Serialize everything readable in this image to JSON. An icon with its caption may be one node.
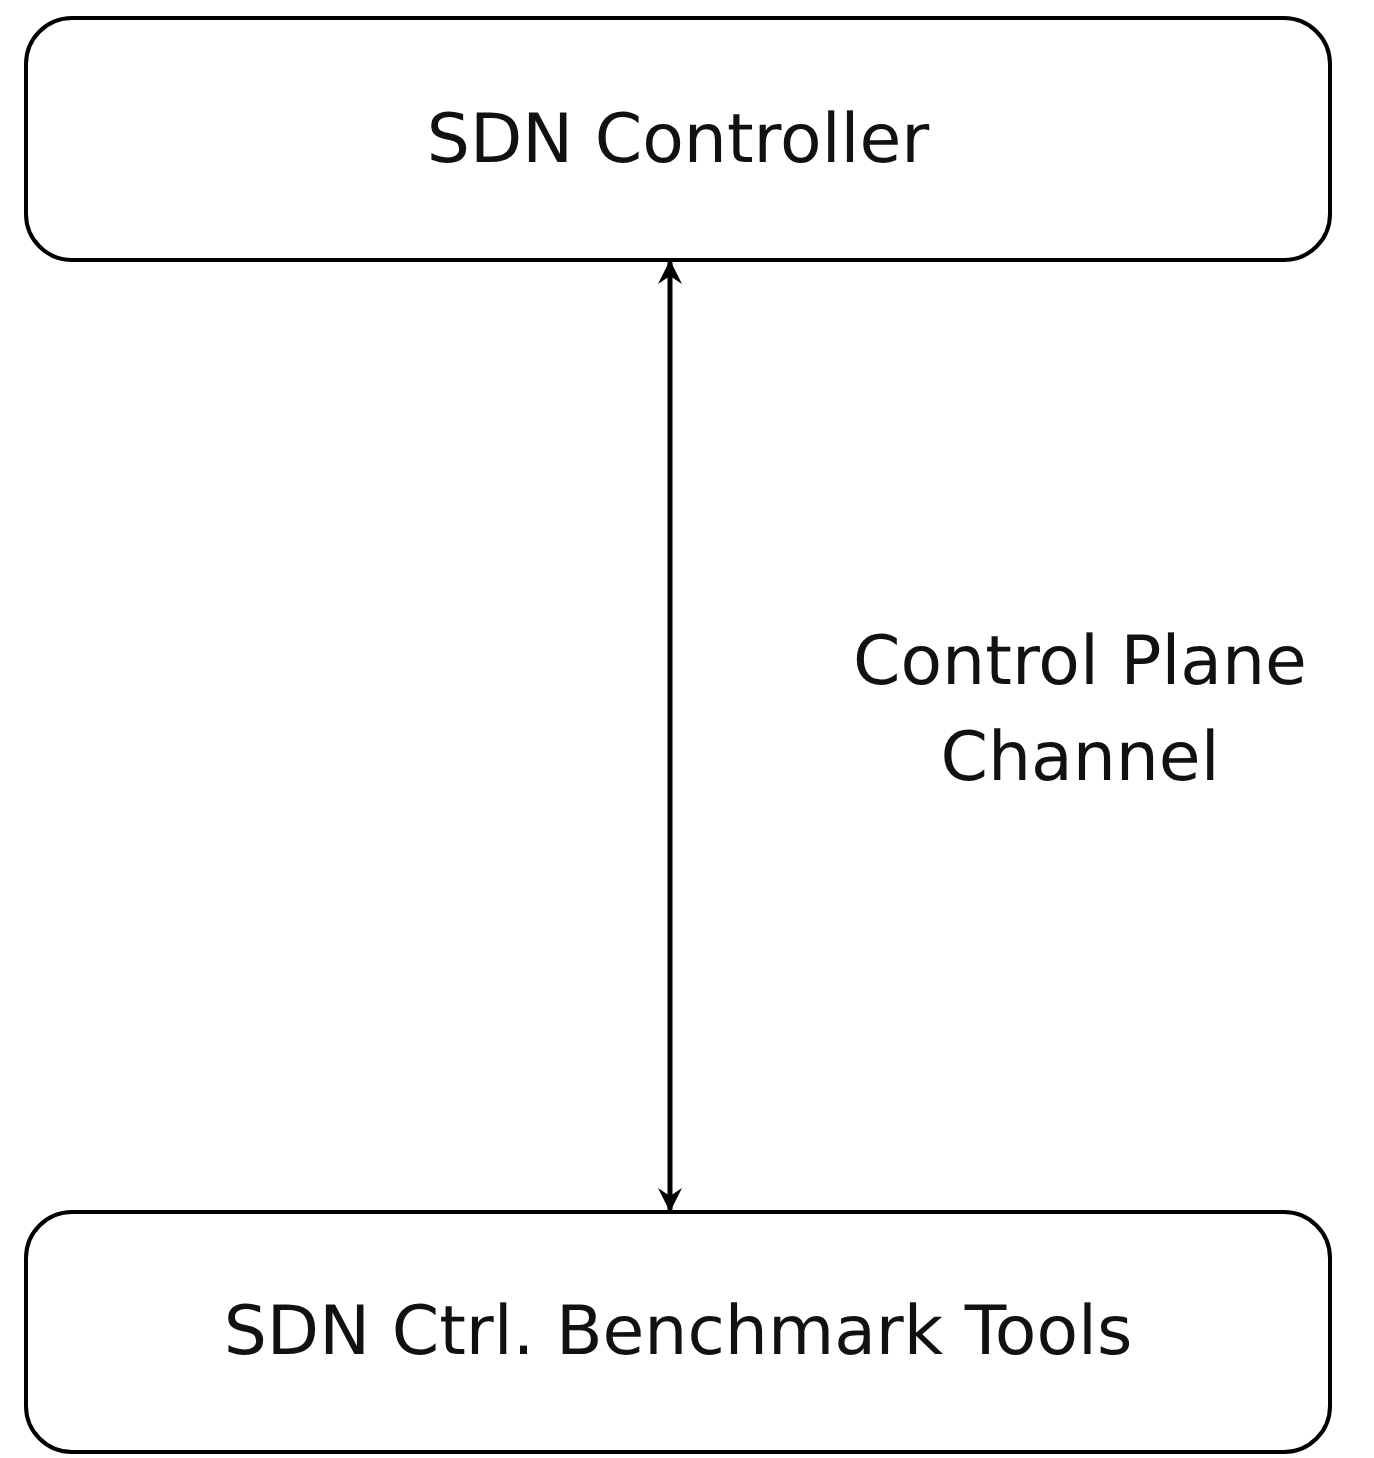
{
  "diagram": {
    "nodes": [
      {
        "text": [
          "SDN Controller"
        ]
      },
      {
        "text": [
          "SDN Ctrl. Benchmark Tools"
        ]
      }
    ],
    "edges": [
      {
        "from": 0,
        "to": 1,
        "arrow": "both",
        "label": "Control Plane Channel"
      }
    ]
  }
}
